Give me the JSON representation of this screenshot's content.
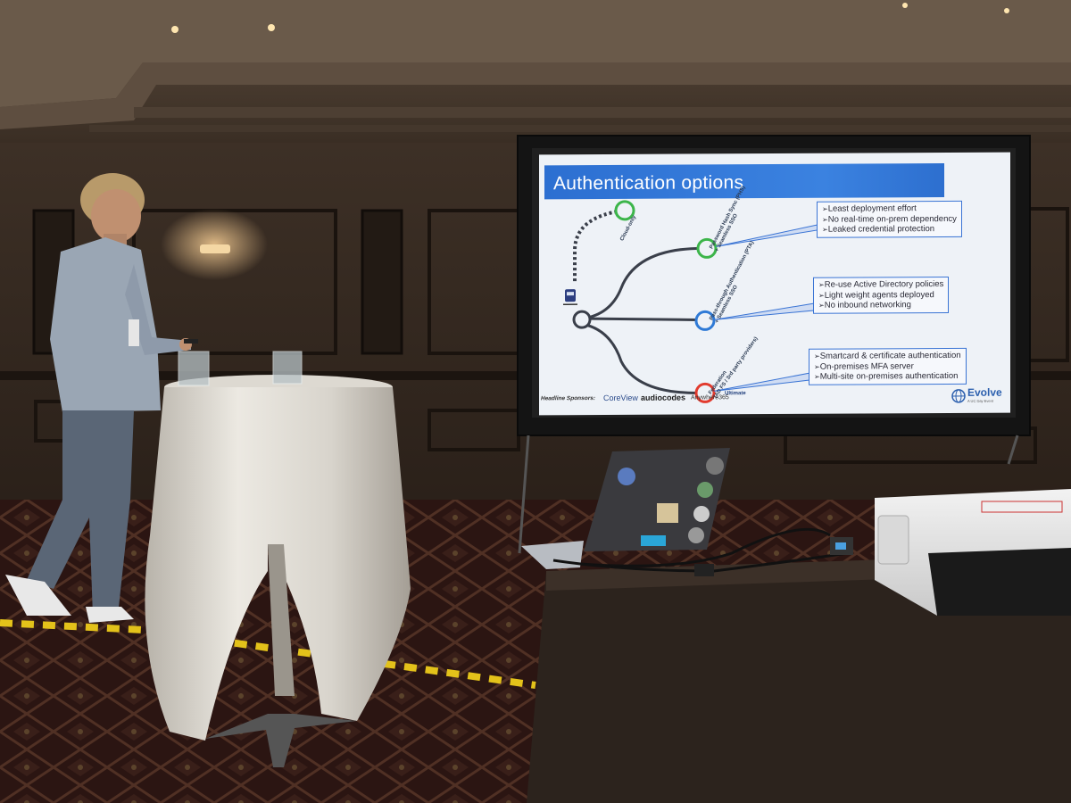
{
  "slide": {
    "title": "Authentication options",
    "routes": [
      {
        "label": "Cloud-only"
      },
      {
        "label": "Password Hash Sync (PHS)\n+ Seamless SSO"
      },
      {
        "label": "Pass-through Authentication (PTA)\n+ Seamless SSO"
      },
      {
        "label": "Federation\n(AD FS / 3rd party providers)"
      }
    ],
    "boxes": [
      {
        "items": [
          "Least deployment effort",
          "No real-time on-prem dependency",
          "Leaked credential protection"
        ]
      },
      {
        "items": [
          "Re-use Active Directory policies",
          "Light weight agents deployed",
          "No inbound networking"
        ]
      },
      {
        "items": [
          "Smartcard & certificate authentication",
          "On-premises MFA server",
          "Multi-site on-premises authentication"
        ]
      }
    ],
    "sponsors": {
      "label": "Headline Sponsors:",
      "names": [
        "CoreView",
        "audiocodes",
        "Anywhere365",
        "Ultimate"
      ]
    },
    "logo": {
      "name": "Evolve",
      "tagline": "A UC Day Event"
    }
  },
  "colors": {
    "title_bar": "#3b82e0",
    "route_green": "#3cb54a",
    "route_blue": "#2f7ad6",
    "route_red": "#e23b2e",
    "box_border": "#3a74d4"
  }
}
